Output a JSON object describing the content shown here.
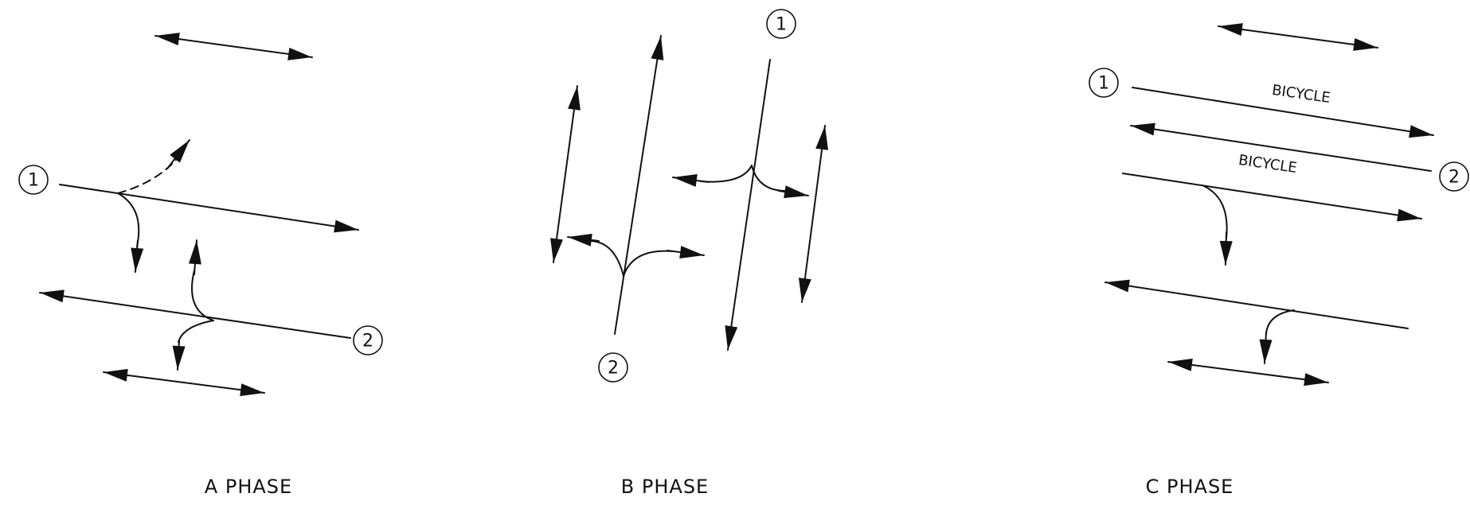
{
  "phases": {
    "a": {
      "title": "A PHASE",
      "markers": {
        "one": "1",
        "two": "2"
      }
    },
    "b": {
      "title": "B PHASE",
      "markers": {
        "one": "1",
        "two": "2"
      }
    },
    "c": {
      "title": "C PHASE",
      "markers": {
        "one": "1",
        "two": "2"
      },
      "lane_labels": {
        "upper": "BICYCLE",
        "lower": "BICYCLE"
      }
    }
  },
  "colors": {
    "ink": "#111111",
    "background": "#ffffff"
  }
}
